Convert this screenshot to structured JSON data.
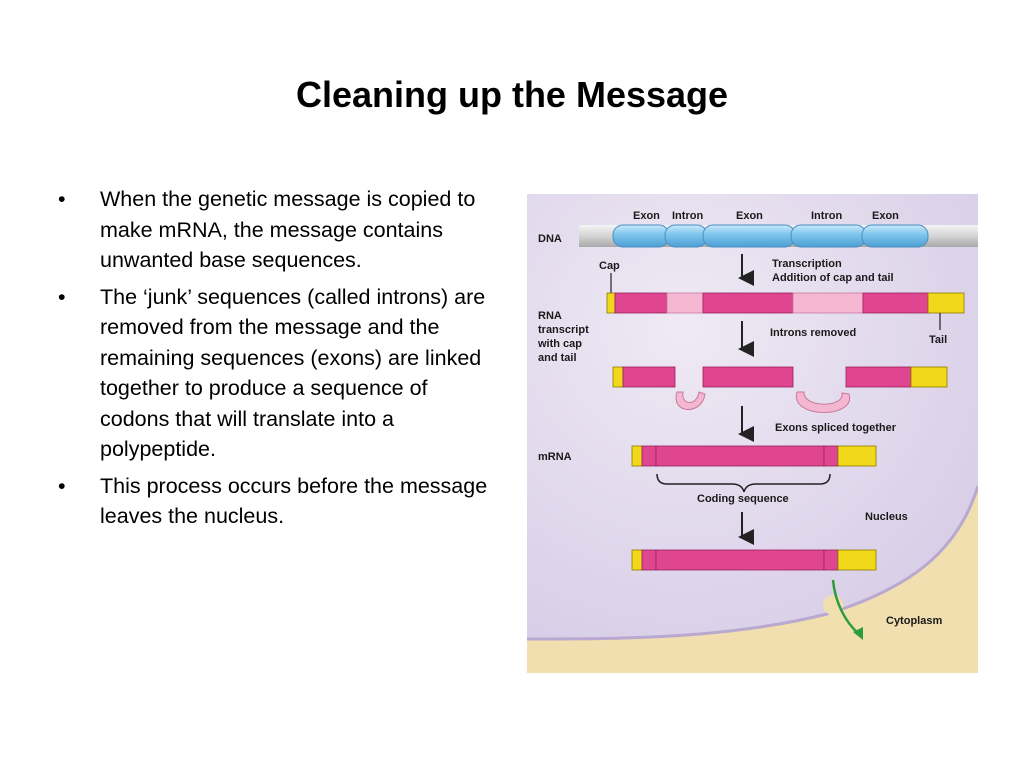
{
  "slide": {
    "title": "Cleaning up the Message",
    "bullet_marker": "•",
    "bullets": [
      "When the genetic message is copied to make mRNA, the message contains unwanted base sequences.",
      "The ‘junk’ sequences (called introns) are removed from the message and the remaining sequences (exons) are linked together to produce a sequence of codons that will translate into a polypeptide.",
      "This process occurs before the message leaves the nucleus."
    ]
  },
  "diagram": {
    "dna_label": "DNA",
    "segment_labels": [
      "Exon",
      "Intron",
      "Exon",
      "Intron",
      "Exon"
    ],
    "cap_label": "Cap",
    "step1_label_line1": "Transcription",
    "step1_label_line2": "Addition of cap and tail",
    "rna_label_lines": [
      "RNA",
      "transcript",
      "with cap",
      "and tail"
    ],
    "tail_label": "Tail",
    "step2_label": "Introns removed",
    "step3_label": "Exons spliced together",
    "mrna_label": "mRNA",
    "coding_label": "Coding sequence",
    "nucleus_label": "Nucleus",
    "cytoplasm_label": "Cytoplasm",
    "colors": {
      "nucleus_bg": "#dcd3ea",
      "cytoplasm": "#f1dfaf",
      "dna_blue": "#7cc4ec",
      "exon_pink": "#e0458f",
      "intron_pink": "#f4b6d0",
      "cap_tail_yellow": "#f2d81a",
      "export_arrow": "#2f9c3c"
    }
  }
}
